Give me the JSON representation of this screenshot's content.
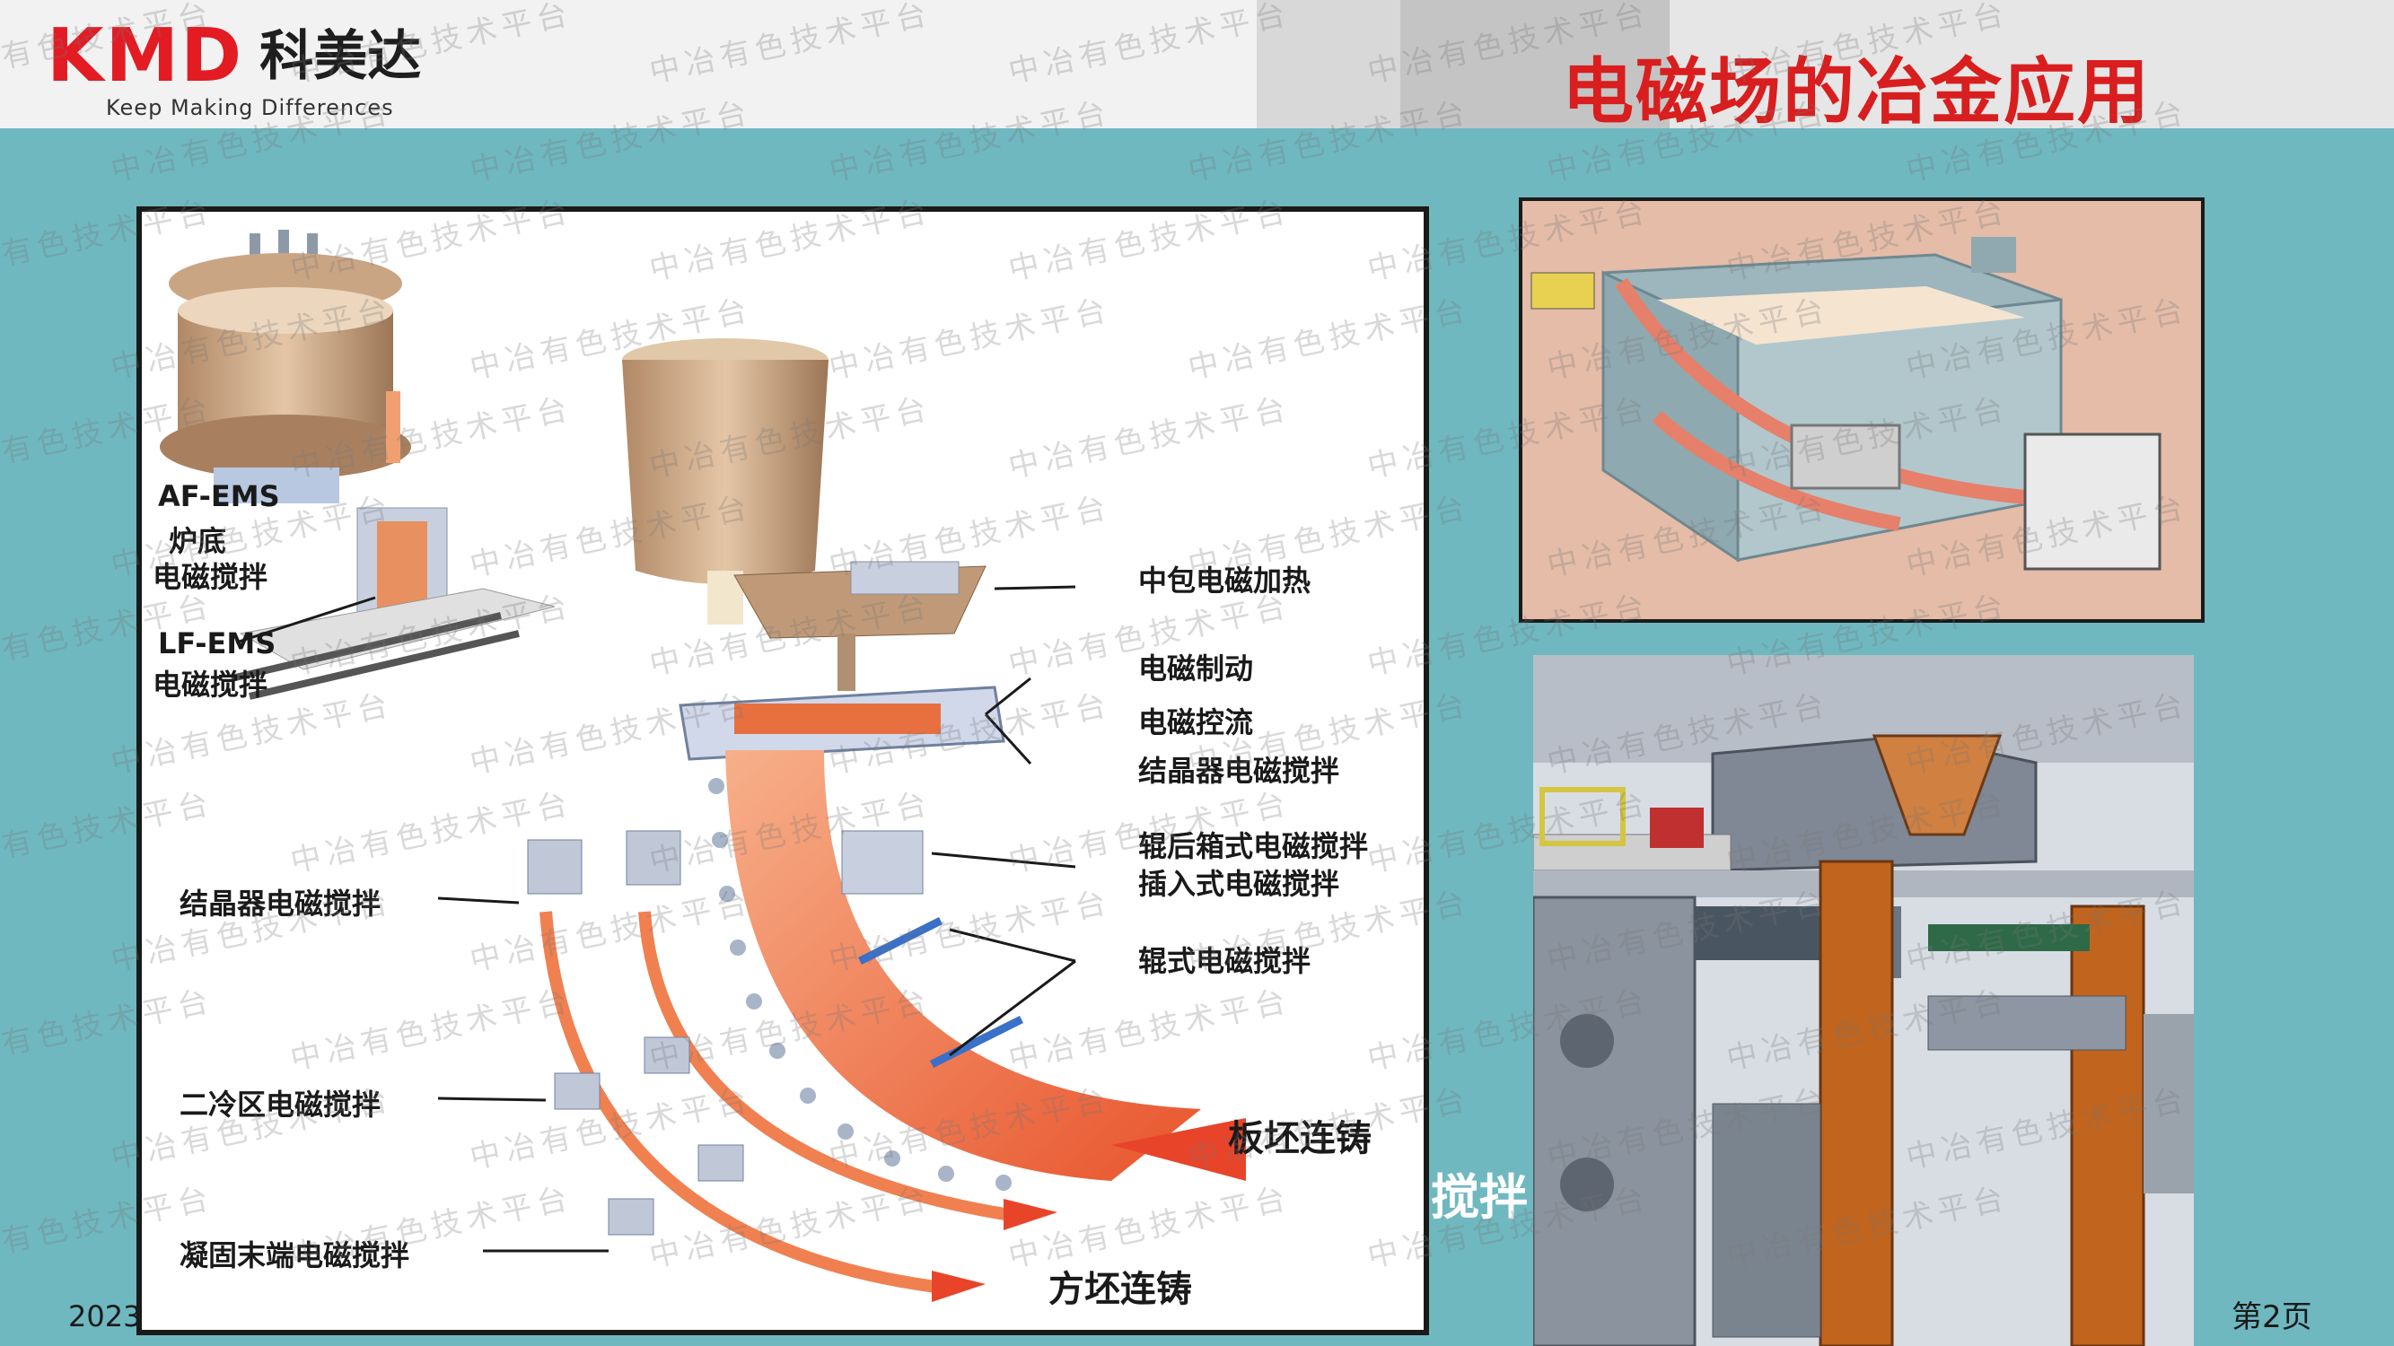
{
  "header": {
    "logo_mark": "KMD",
    "logo_cn": "科美达",
    "tagline": "Keep Making Differences",
    "title": "电磁场的冶金应用"
  },
  "diagram": {
    "labels": {
      "af_ems": "AF-EMS",
      "af_ems_desc_1": "炉底",
      "af_ems_desc_2": "电磁搅拌",
      "lf_ems": "LF-EMS",
      "lf_ems_desc": "电磁搅拌",
      "tundish_heating": "中包电磁加热",
      "em_brake": "电磁制动",
      "em_flow_control": "电磁控流",
      "mold_ems_slab": "结晶器电磁搅拌",
      "box_ems": "辊后箱式电磁搅拌",
      "insert_ems": "插入式电磁搅拌",
      "roll_ems": "辊式电磁搅拌",
      "mold_ems_billet": "结晶器电磁搅拌",
      "scz_ems": "二冷区电磁搅拌",
      "final_ems": "凝固末端电磁搅拌",
      "slab_casting": "板坯连铸",
      "billet_casting": "方坯连铸"
    }
  },
  "partial_text": "搅拌",
  "footer": {
    "date": "2023",
    "page": "第2页"
  },
  "watermark": "中冶有色技术平台",
  "colors": {
    "brand_red": "#e31b23",
    "title_red": "#d81e1e",
    "background_teal": "#6fb8c0",
    "strand_orange": "#f07a40"
  }
}
